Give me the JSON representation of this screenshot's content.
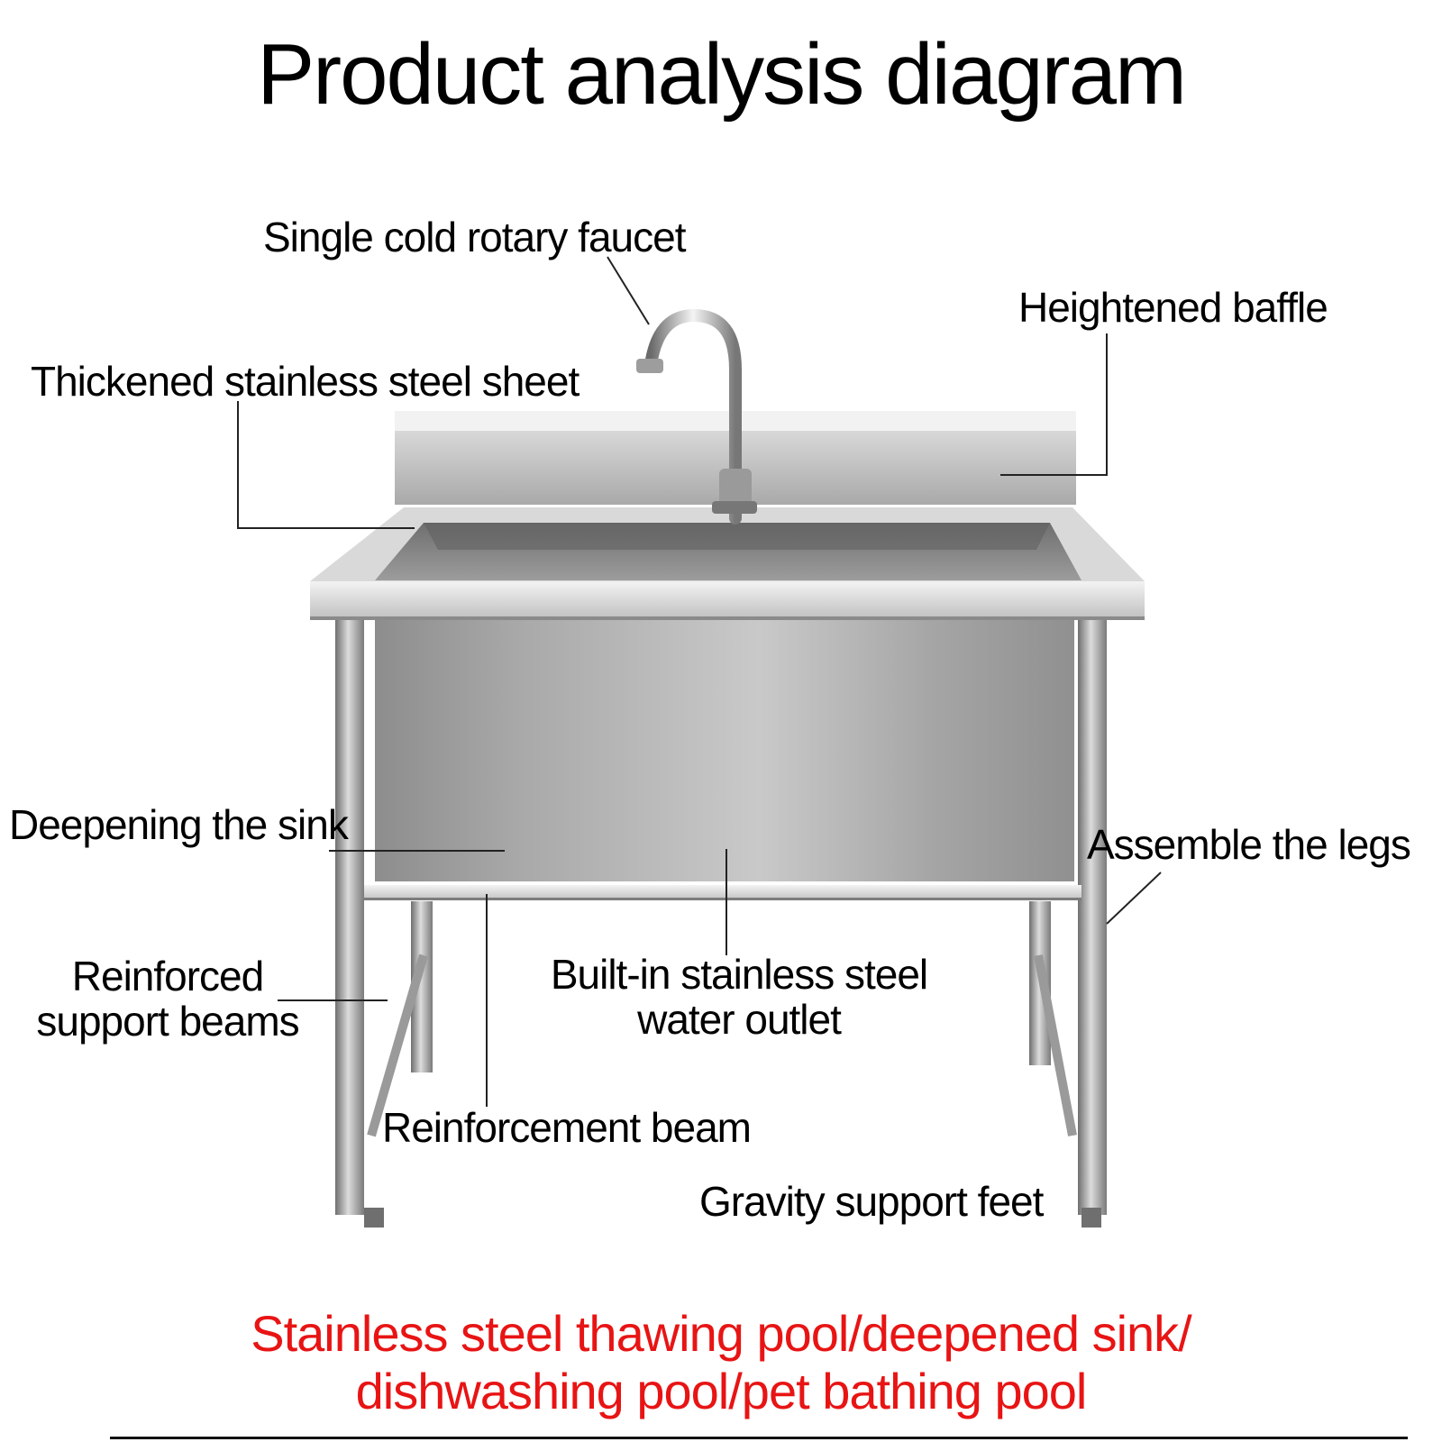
{
  "title": "Product analysis diagram",
  "labels": {
    "faucet": "Single cold rotary faucet",
    "baffle": "Heightened baffle",
    "sheet": "Thickened stainless steel sheet",
    "deepen": "Deepening the sink",
    "legs": "Assemble the legs",
    "support_beams_line1": "Reinforced",
    "support_beams_line2": "support beams",
    "outlet_line1": "Built-in stainless steel",
    "outlet_line2": "water outlet",
    "reinforcement_beam": "Reinforcement beam",
    "feet": "Gravity support feet"
  },
  "caption": {
    "line1": "Stainless steel thawing pool/deepened sink/",
    "line2": "dishwashing pool/pet bathing pool",
    "color": "#e81414"
  },
  "colors": {
    "steel_light": "#e6e6e6",
    "steel_mid": "#b4b4b4",
    "steel_dark": "#7a7a7a"
  }
}
